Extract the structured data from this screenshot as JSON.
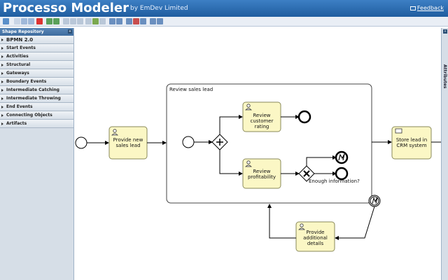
{
  "header": {
    "title": "Processo Modeler",
    "subtitle": "by EmDev Limited",
    "feedback": "Feedback"
  },
  "sidebar": {
    "title": "Shape Repository",
    "items": [
      {
        "label": "BPMN 2.0"
      },
      {
        "label": "Start Events"
      },
      {
        "label": "Activities"
      },
      {
        "label": "Structural"
      },
      {
        "label": "Gateways"
      },
      {
        "label": "Boundary Events"
      },
      {
        "label": "Intermediate Catching Events"
      },
      {
        "label": "Intermediate Throwing Events"
      },
      {
        "label": "End Events"
      },
      {
        "label": "Connecting Objects"
      },
      {
        "label": "Artifacts"
      }
    ]
  },
  "attributes": {
    "title": "Attributes"
  },
  "diagram": {
    "subprocess_label": "Review sales lead",
    "task_provide_new": "Provide new sales lead",
    "task_review_rating": "Review customer rating",
    "task_review_profit": "Review profitability",
    "task_store_lead": "Store lead in CRM system",
    "task_provide_additional": "Provide additional details",
    "gateway_question": "Enough information?"
  },
  "colors": {
    "header": "#2a6bb1",
    "task_fill": "#fbf7c5",
    "task_stroke": "#8a8a5a"
  }
}
